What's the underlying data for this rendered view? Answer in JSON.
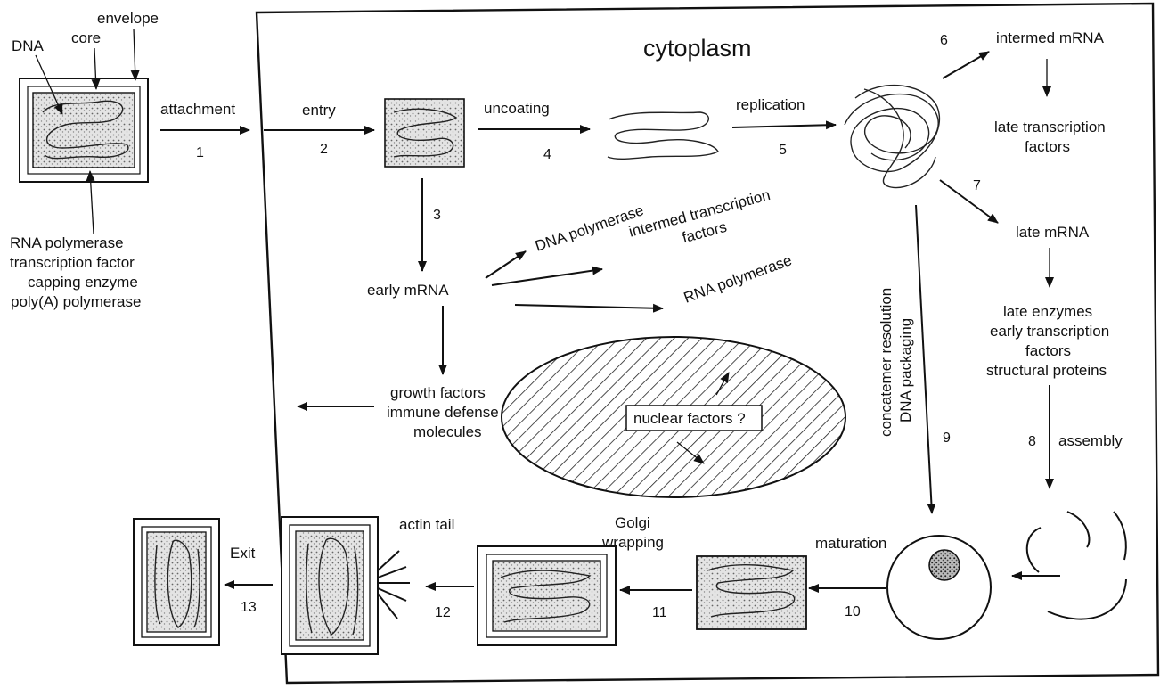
{
  "title": "cytoplasm",
  "virion_parts": {
    "dna": "DNA",
    "core": "core",
    "envelope": "envelope"
  },
  "virion_enzymes": [
    "RNA polymerase",
    "transcription factor",
    "capping enzyme",
    "poly(A) polymerase"
  ],
  "steps": {
    "attachment": "attachment",
    "entry": "entry",
    "uncoating": "uncoating",
    "replication": "replication",
    "intermed_mrna": "intermed mRNA",
    "late_mrna": "late mRNA",
    "early_mrna": "early mRNA",
    "maturation": "maturation",
    "golgi_wrapping": [
      "Golgi",
      "wrapping"
    ],
    "actin_tail": "actin tail",
    "exit": "Exit",
    "assembly": "assembly"
  },
  "late_transcription_factors": [
    "late transcription",
    "factors"
  ],
  "early_products": {
    "dna_polymerase": "DNA polymerase",
    "intermed_transcription_factors": [
      "intermed transcription",
      "factors"
    ],
    "rna_polymerase": "RNA polymerase"
  },
  "host_modulators": [
    "growth factors",
    "immune defense",
    "molecules"
  ],
  "late_products": [
    "late enzymes",
    "early transcription",
    "factors",
    "structural proteins"
  ],
  "concatemer": [
    "concatemer resolution",
    "DNA packaging"
  ],
  "nucleus_label": "nuclear factors ?",
  "step_numbers": [
    "1",
    "2",
    "3",
    "4",
    "5",
    "6",
    "7",
    "8",
    "9",
    "10",
    "11",
    "12",
    "13"
  ]
}
